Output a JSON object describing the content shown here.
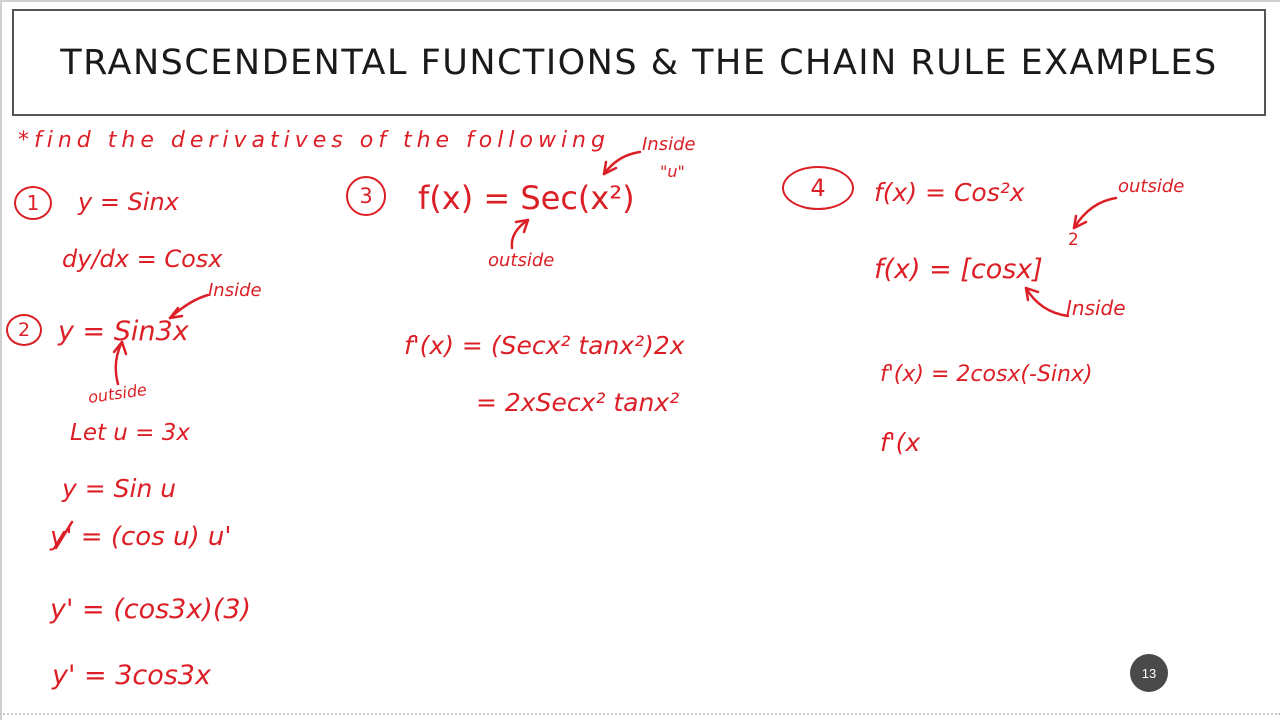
{
  "title": "TRANSCENDENTAL FUNCTIONS & THE CHAIN RULE EXAMPLES",
  "instruction": "*find the derivatives of the following",
  "page_number": "13",
  "ink_color": "#dc1f26",
  "ex1": {
    "num": "1",
    "line1": "y = Sinx",
    "line2": "dy/dx = Cosx"
  },
  "ex2": {
    "num": "2",
    "line1": "y = Sin3x",
    "inside_label": "Inside",
    "outside_label": "outside",
    "let": "Let u = 3x",
    "line3": "y = Sin u",
    "line4": "y' = (cos u) u'",
    "line5": "y' = (cos3x)(3)",
    "line6": "y' = 3cos3x"
  },
  "ex3": {
    "num": "3",
    "line1": "f(x) = Sec(x²)",
    "inside_label": "Inside",
    "inside_u": "\"u\"",
    "outside_label": "outside",
    "line2": "f'(x) = (Secx² tanx²)2x",
    "line3": "= 2xSecx² tanx²"
  },
  "ex4": {
    "num": "4",
    "line1": "f(x) = Cos²x",
    "outside_label": "outside",
    "line2": "f(x) = [cosx]",
    "exponent": "2",
    "inside_label": "Inside",
    "line3": "f'(x) = 2cosx(-Sinx)",
    "line4": "f'(x"
  }
}
